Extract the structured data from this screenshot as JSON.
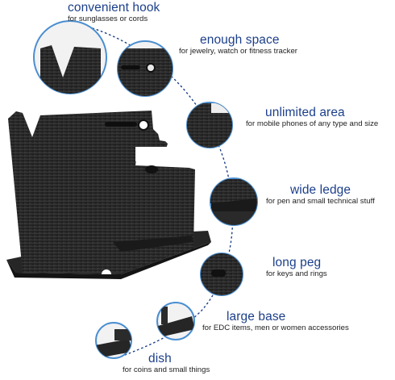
{
  "colors": {
    "accent": "#1c3f8a",
    "wood": "#2b2b2b",
    "badge_ring": "#4a8ed0",
    "background": "#ffffff"
  },
  "features": [
    {
      "id": "hook",
      "title": "convenient hook",
      "desc": "for sunglasses or cords"
    },
    {
      "id": "space",
      "title": "enough space",
      "desc": "for jewelry, watch or fitness tracker"
    },
    {
      "id": "area",
      "title": "unlimited area",
      "desc": "for mobile phones of any type and size"
    },
    {
      "id": "ledge",
      "title": "wide ledge",
      "desc": "for pen and small technical stuff"
    },
    {
      "id": "peg",
      "title": "long peg",
      "desc": "for keys and rings"
    },
    {
      "id": "base",
      "title": "large base",
      "desc": "for EDC items, men or women accessories"
    },
    {
      "id": "dish",
      "title": "dish",
      "desc": "for coins and small things"
    }
  ]
}
